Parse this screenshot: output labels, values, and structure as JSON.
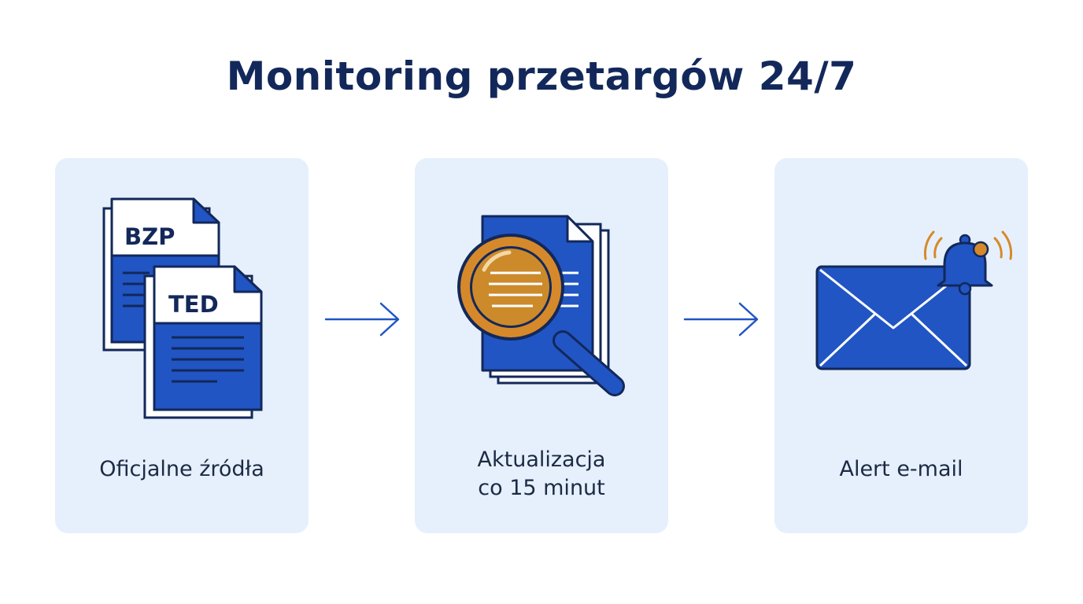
{
  "title": "Monitoring przetargów 24/7",
  "colors": {
    "title": "#13285a",
    "card_background": "#e6f0fc",
    "accent_blue": "#2155c4",
    "outline_navy": "#13285a",
    "accent_orange": "#d6892a"
  },
  "steps": [
    {
      "label": "Oficjalne źródła",
      "icon": "documents-icon",
      "documents": [
        "BZP",
        "TED"
      ]
    },
    {
      "label_line1": "Aktualizacja",
      "label_line2": "co 15 minut",
      "icon": "magnifier-document-icon"
    },
    {
      "label": "Alert e-mail",
      "icon": "envelope-bell-icon"
    }
  ],
  "arrows": [
    "arrow-right-icon",
    "arrow-right-icon"
  ]
}
